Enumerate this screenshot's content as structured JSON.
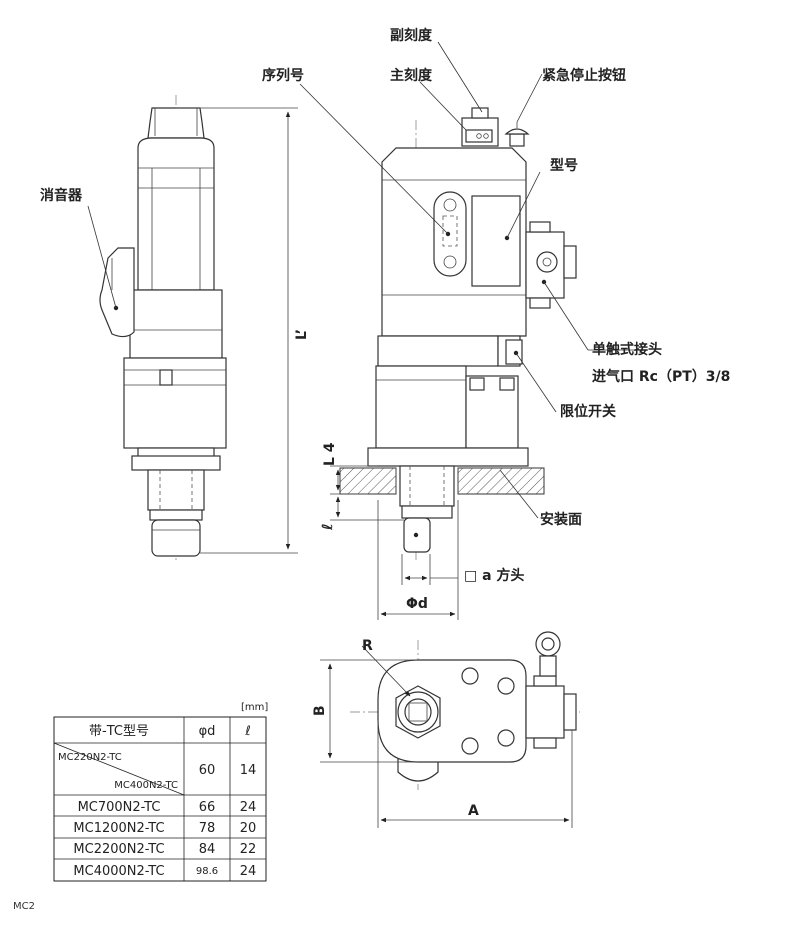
{
  "labels": {
    "sub_scale": "副刻度",
    "main_scale": "主刻度",
    "serial": "序列号",
    "estop": "紧急停止按钮",
    "model": "型号",
    "muffler": "消音器",
    "connector": "单触式接头",
    "inlet": "进气口 Rc（PT）3/8",
    "limit_switch": "限位开关",
    "mount_face": "安装面",
    "square": "□ a  方头"
  },
  "dims": {
    "L_prime": "L’",
    "L4": "L 4",
    "ell": "ℓ",
    "phi_d": "Φd",
    "R": "R",
    "B": "B",
    "A": "A"
  },
  "table": {
    "unit": "[mm]",
    "headers": [
      "带-TC型号",
      "φd",
      "ℓ"
    ],
    "rows": [
      {
        "model_a": "MC220N2-TC",
        "model_b": "MC400N2-TC",
        "phi_d": "60",
        "ell": "14"
      },
      {
        "model": "MC700N2-TC",
        "phi_d": "66",
        "ell": "24"
      },
      {
        "model": "MC1200N2-TC",
        "phi_d": "78",
        "ell": "20"
      },
      {
        "model": "MC2200N2-TC",
        "phi_d": "84",
        "ell": "22"
      },
      {
        "model": "MC4000N2-TC",
        "phi_d": "98.6",
        "ell": "24"
      }
    ]
  },
  "footer": "MC2"
}
